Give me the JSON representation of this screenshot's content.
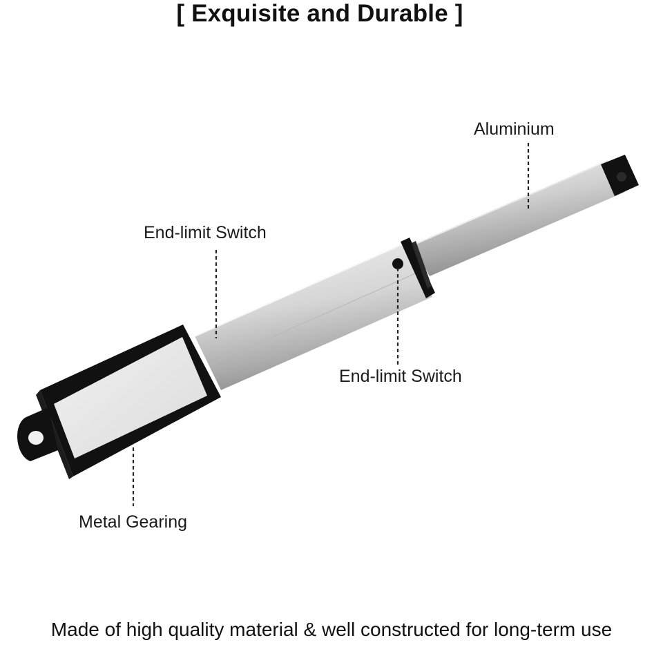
{
  "title": "[ Exquisite and Durable ]",
  "labels": {
    "aluminium": "Aluminium",
    "end_limit_switch_top": "End-limit Switch",
    "end_limit_switch_bottom": "End-limit Switch",
    "metal_gearing": "Metal Gearing"
  },
  "footer": "Made of high quality material & well constructed for long-term use",
  "colors": {
    "background": "#ffffff",
    "body_black": "#111111",
    "aluminium_silver": "#c9c9c9",
    "text": "#1a1a1a"
  }
}
